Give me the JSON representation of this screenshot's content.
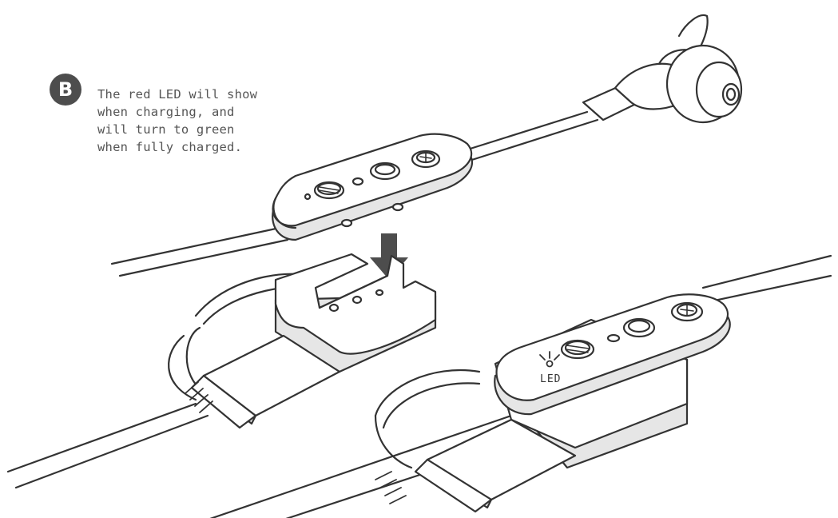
{
  "step": {
    "badge": "B",
    "caption_lines": [
      "The red LED will show",
      "when charging, and",
      "will turn to green",
      "when fully charged."
    ]
  },
  "labels": {
    "led": "LED"
  },
  "colors": {
    "outline": "#333333",
    "fill": "#ffffff",
    "shadow": "#e6e6e6",
    "badge": "#4d4d4d",
    "caption": "#555555",
    "arrow": "#4d4d4d"
  },
  "icons": [
    "down-arrow-icon",
    "led-indicator-icon"
  ]
}
